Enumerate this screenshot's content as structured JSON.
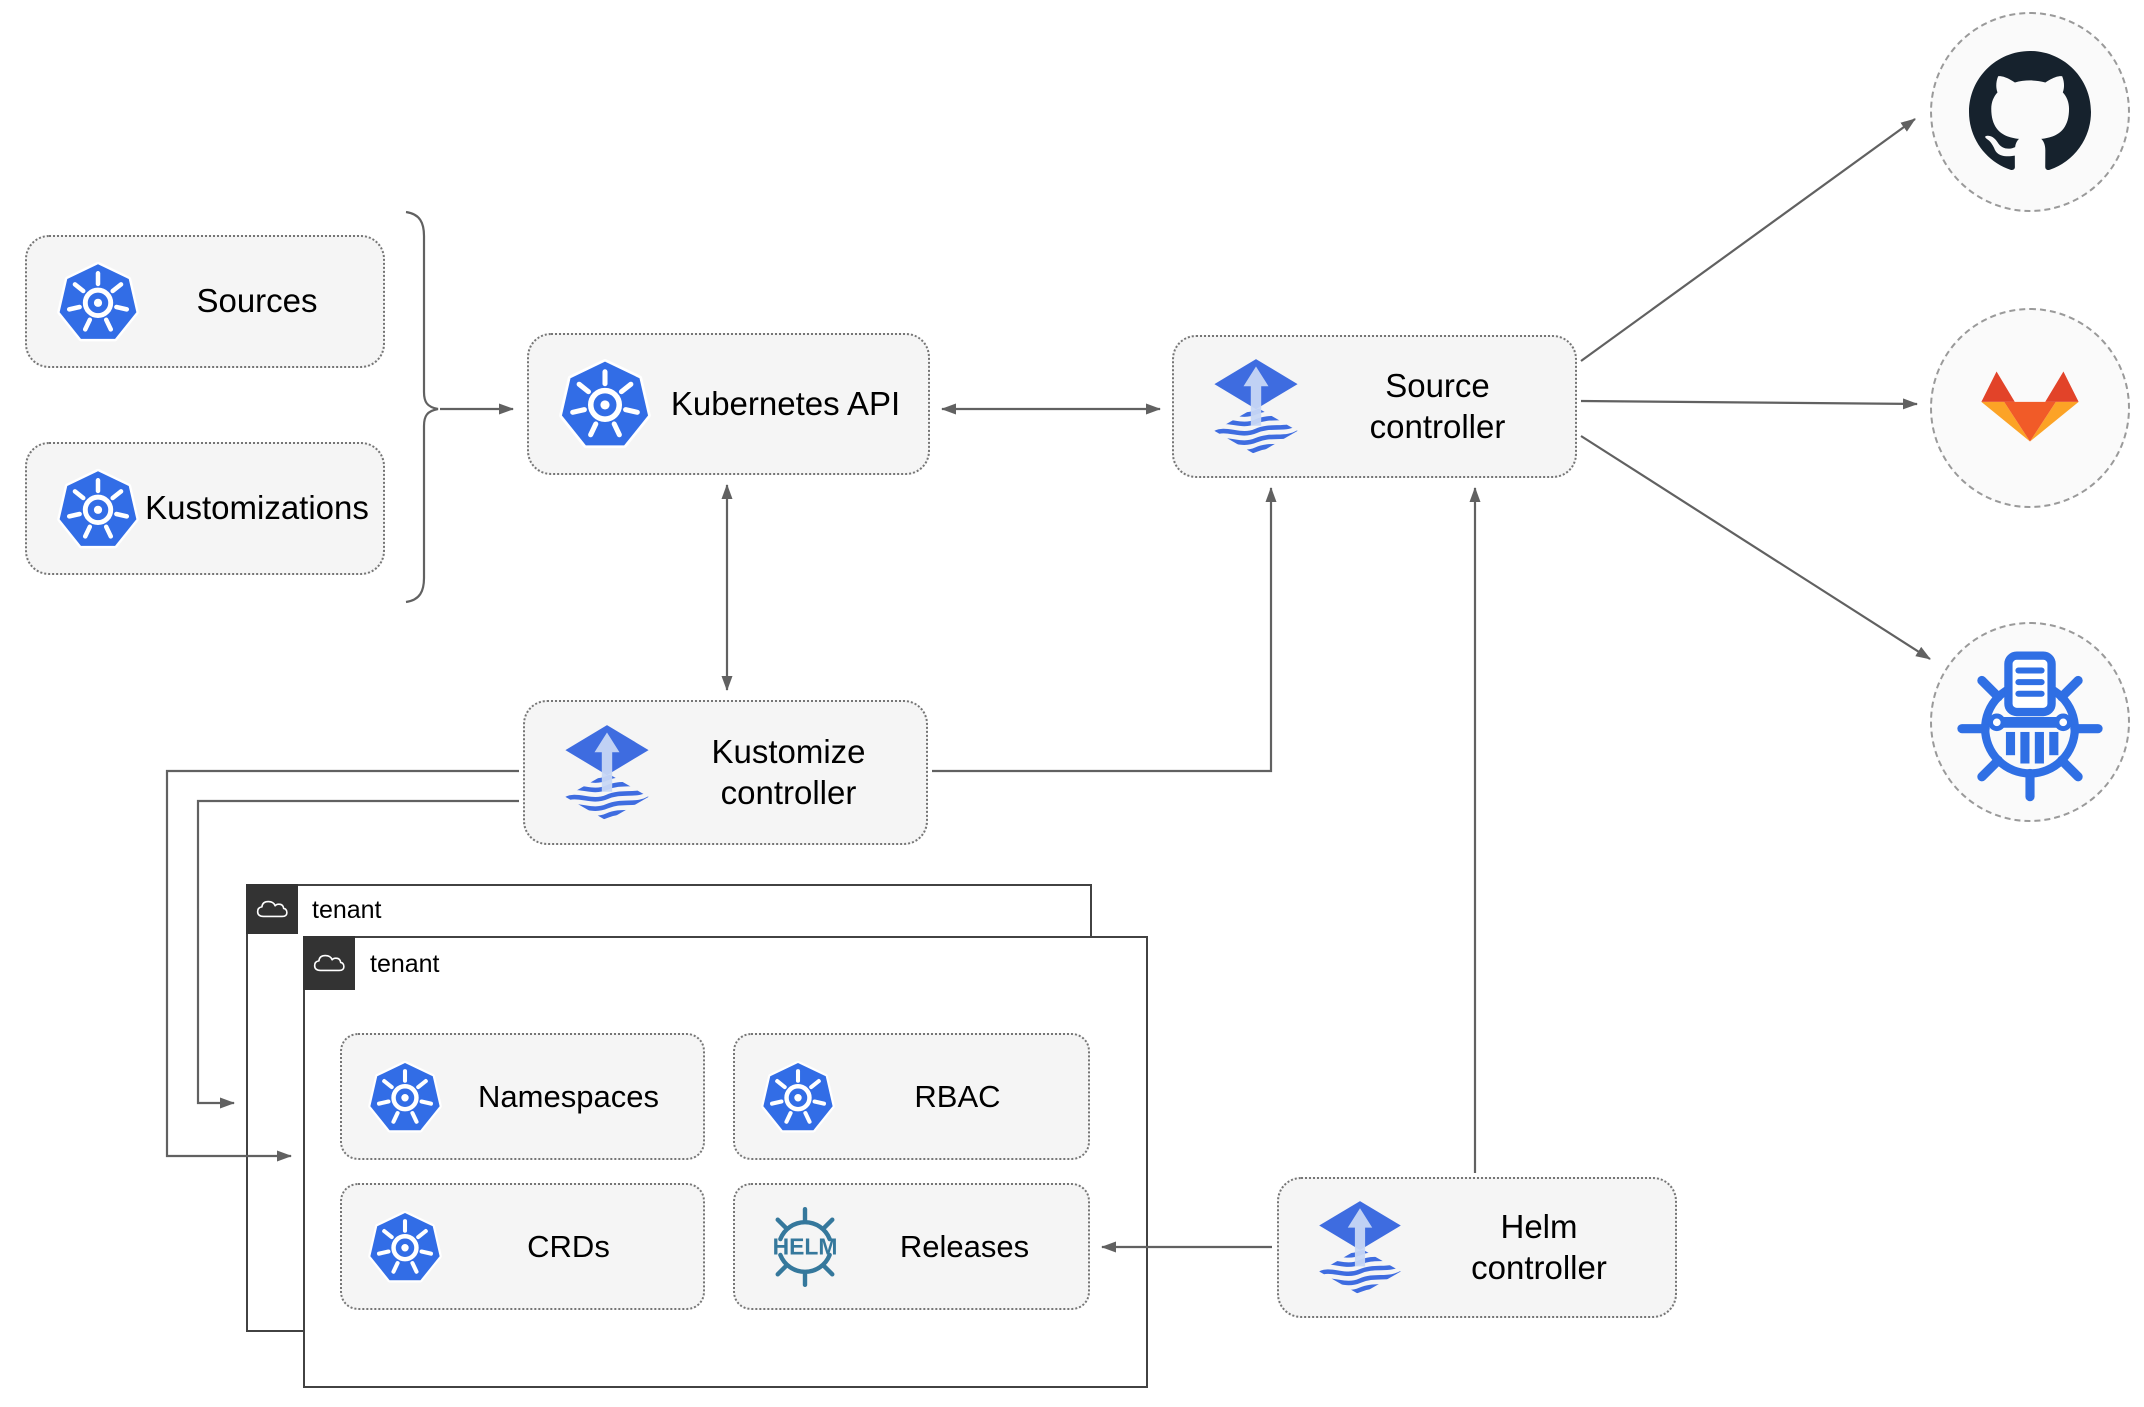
{
  "diagram": {
    "nodes": {
      "sources": {
        "label": "Sources",
        "icon": "kubernetes-icon"
      },
      "kustomizations": {
        "label": "Kustomizations",
        "icon": "kubernetes-icon"
      },
      "kubernetes_api": {
        "label": "Kubernetes API",
        "icon": "kubernetes-icon"
      },
      "source_controller": {
        "label": "Source controller",
        "icon": "flux-icon"
      },
      "kustomize_controller": {
        "label": "Kustomize controller",
        "icon": "flux-icon"
      },
      "helm_controller": {
        "label": "Helm controller",
        "icon": "flux-icon"
      },
      "tenant_back": {
        "label": "tenant",
        "icon": "cloud-icon"
      },
      "tenant_front": {
        "label": "tenant",
        "icon": "cloud-icon"
      },
      "namespaces": {
        "label": "Namespaces",
        "icon": "kubernetes-icon"
      },
      "rbac": {
        "label": "RBAC",
        "icon": "kubernetes-icon"
      },
      "crds": {
        "label": "CRDs",
        "icon": "kubernetes-icon"
      },
      "releases": {
        "label": "Releases",
        "icon": "helm-icon"
      }
    },
    "external_targets": [
      {
        "name": "github",
        "icon": "github-octocat-icon"
      },
      {
        "name": "gitlab",
        "icon": "gitlab-tanuki-icon"
      },
      {
        "name": "chartmuseum",
        "icon": "chartmuseum-registry-icon"
      }
    ],
    "edges": [
      {
        "from": "sources+kustomizations",
        "to": "kubernetes_api",
        "type": "arrow",
        "via": "brace"
      },
      {
        "from": "kubernetes_api",
        "to": "source_controller",
        "type": "double-arrow"
      },
      {
        "from": "kubernetes_api",
        "to": "kustomize_controller",
        "type": "double-arrow"
      },
      {
        "from": "kustomize_controller",
        "to": "source_controller",
        "type": "arrow"
      },
      {
        "from": "helm_controller",
        "to": "source_controller",
        "type": "arrow"
      },
      {
        "from": "helm_controller",
        "to": "releases",
        "type": "arrow"
      },
      {
        "from": "kustomize_controller",
        "to": "tenant_front",
        "type": "arrow"
      },
      {
        "from": "kustomize_controller",
        "to": "tenant_back",
        "type": "arrow"
      },
      {
        "from": "source_controller",
        "to": "github",
        "type": "arrow"
      },
      {
        "from": "source_controller",
        "to": "gitlab",
        "type": "arrow"
      },
      {
        "from": "source_controller",
        "to": "chartmuseum",
        "type": "arrow"
      }
    ],
    "colors": {
      "kubernetes_blue": "#326de6",
      "flux_blue": "#3e6ce0",
      "flux_arrow_light": "#c7d7f4",
      "helm_teal": "#35789c",
      "chartmuseum_blue": "#2f6fe4",
      "github_dark": "#16222d",
      "gitlab_red": "#e24329",
      "gitlab_orange": "#f15b28",
      "gitlab_amber": "#fca326",
      "node_fill": "#f5f5f5",
      "edge_gray": "#616161",
      "tenant_border": "#424242",
      "tenant_tab_dark": "#333333"
    }
  }
}
